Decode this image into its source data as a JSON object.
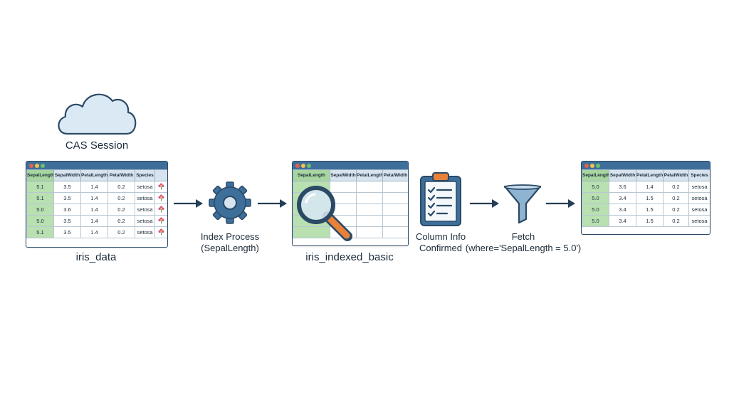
{
  "session_label": "CAS Session",
  "columns": [
    "SepalLength",
    "SepalWidth",
    "PetalLength",
    "PetalWidth",
    "Species"
  ],
  "source_table": {
    "label": "iris_data",
    "rows": [
      [
        "5.1",
        "3.5",
        "1.4",
        "0.2",
        "setosa"
      ],
      [
        "5.1",
        "3.5",
        "1.4",
        "0.2",
        "setosa"
      ],
      [
        "5.0",
        "3.6",
        "1.4",
        "0.2",
        "setosa"
      ],
      [
        "5.0",
        "3.5",
        "1.4",
        "0.2",
        "setosa"
      ],
      [
        "5.1",
        "3.5",
        "1.4",
        "0.2",
        "setosa"
      ]
    ]
  },
  "index_step": {
    "line1": "Index Process",
    "line2": "(SepalLength)"
  },
  "indexed_table": {
    "label": "iris_indexed_basic",
    "columns": [
      "SepalLength",
      "SepalWidth",
      "PetalLength",
      "PetalWidth"
    ]
  },
  "column_info_step": {
    "line1": "Column Info",
    "line2": "Confirmed"
  },
  "fetch_step": {
    "line1": "Fetch",
    "line2": "(where='SepalLength = 5.0')"
  },
  "result_table": {
    "rows": [
      [
        "5.0",
        "3.6",
        "1.4",
        "0.2",
        "setosa"
      ],
      [
        "5.0",
        "3.4",
        "1.5",
        "0.2",
        "setosa"
      ],
      [
        "5.0",
        "3.4",
        "1.5",
        "0.2",
        "setosa"
      ],
      [
        "5.0",
        "3.4",
        "1.5",
        "0.2",
        "setosa"
      ]
    ]
  },
  "colors": {
    "accent": "#3d6f9a",
    "key_column": "#b9e0b1",
    "arrow": "#243e55",
    "cloud": "#dbe9f5",
    "magnifier_handle": "#e8813a"
  },
  "icons": [
    "cloud-icon",
    "gear-icon",
    "magnifier-icon",
    "clipboard-checklist-icon",
    "funnel-icon",
    "flower-icon"
  ]
}
